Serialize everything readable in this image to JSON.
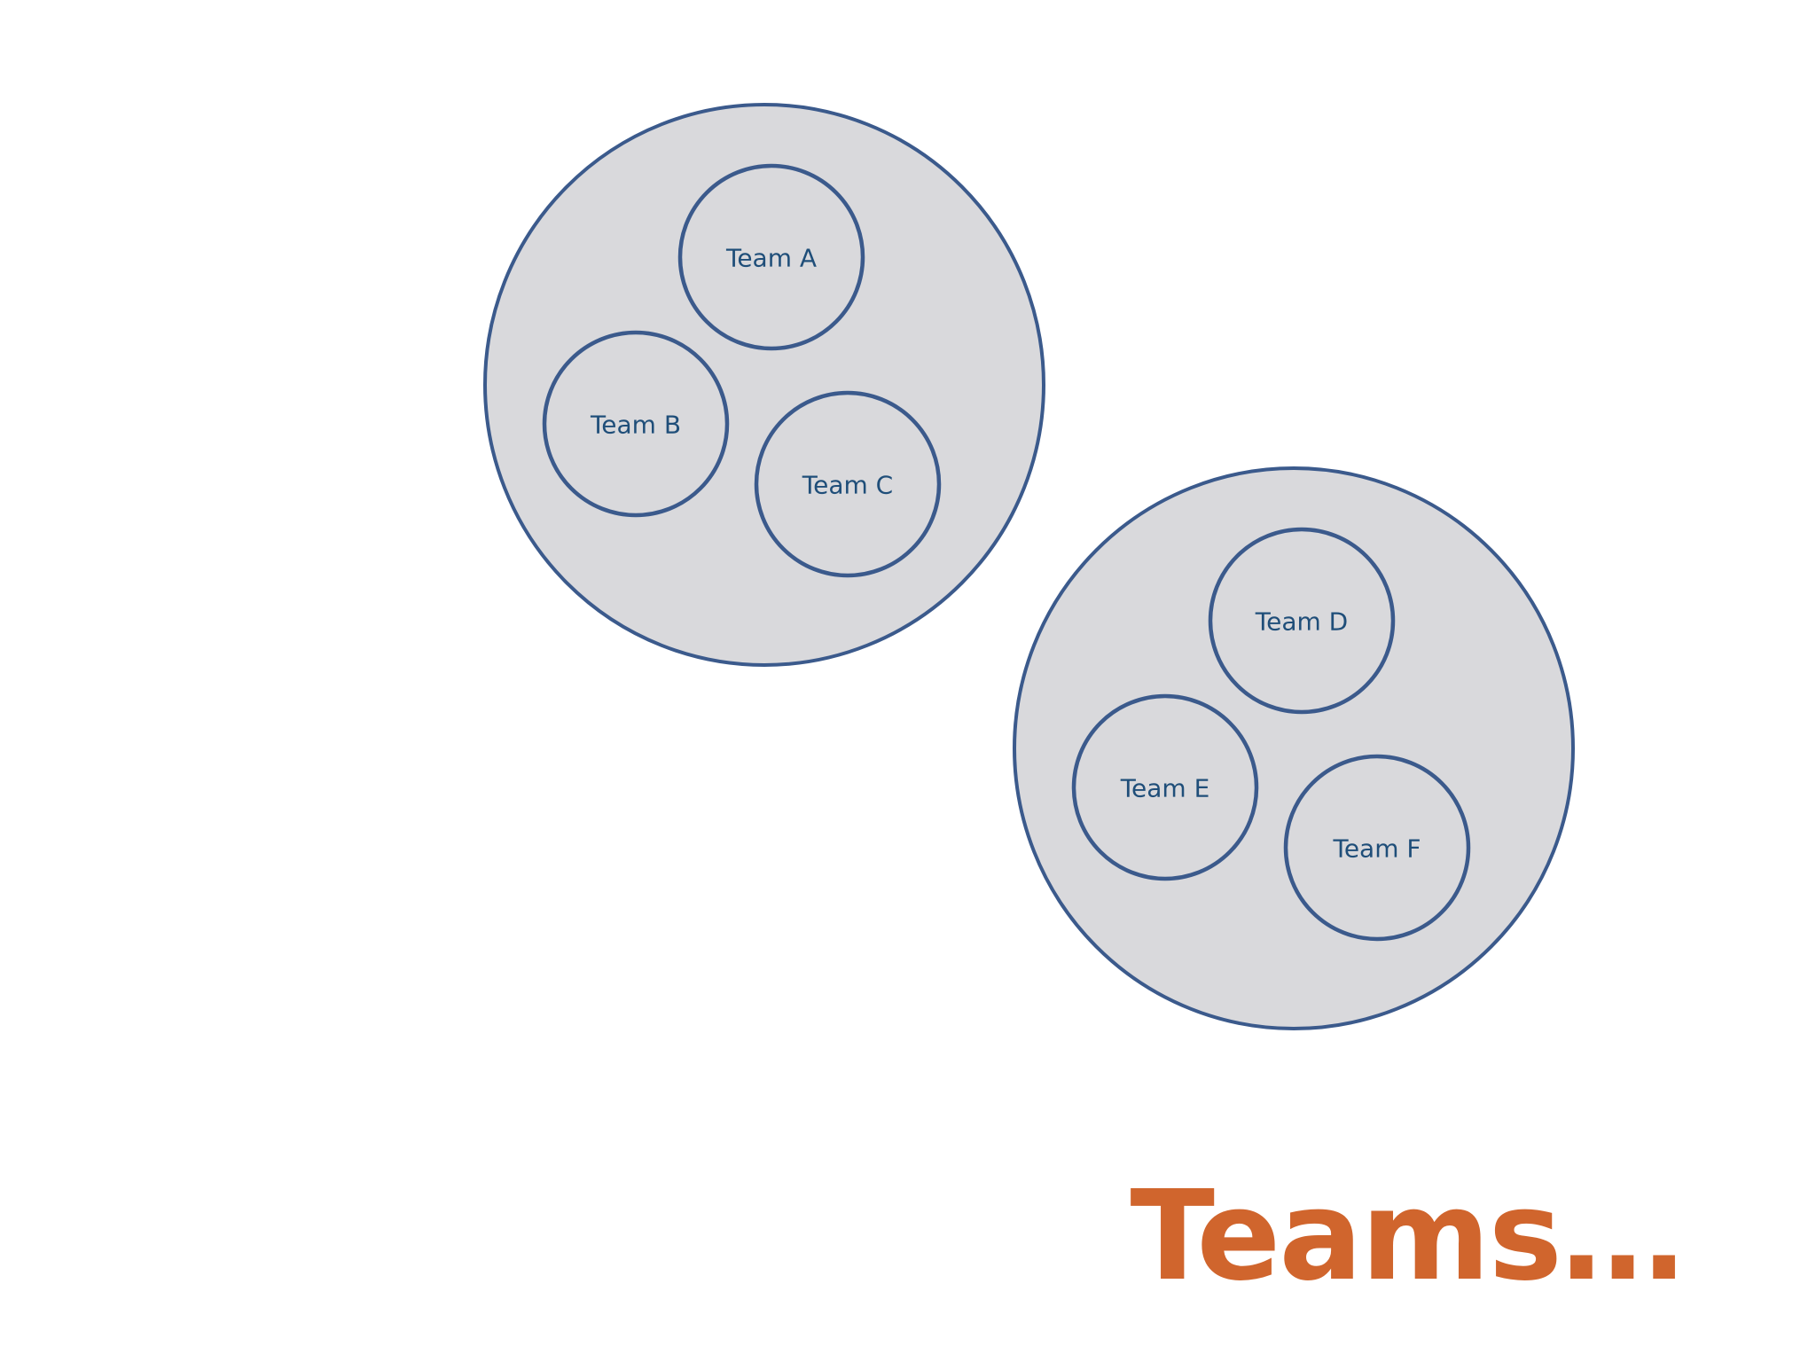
{
  "title": "Teams…",
  "colors": {
    "title": "#d0652d",
    "group_fill": "#d9d9dc",
    "stroke": "#3b5a8c",
    "label": "#1f4e79",
    "background": "#ffffff"
  },
  "groups": [
    {
      "teams": [
        {
          "label": "Team A"
        },
        {
          "label": "Team B"
        },
        {
          "label": "Team C"
        }
      ]
    },
    {
      "teams": [
        {
          "label": "Team D"
        },
        {
          "label": "Team E"
        },
        {
          "label": "Team F"
        }
      ]
    }
  ]
}
